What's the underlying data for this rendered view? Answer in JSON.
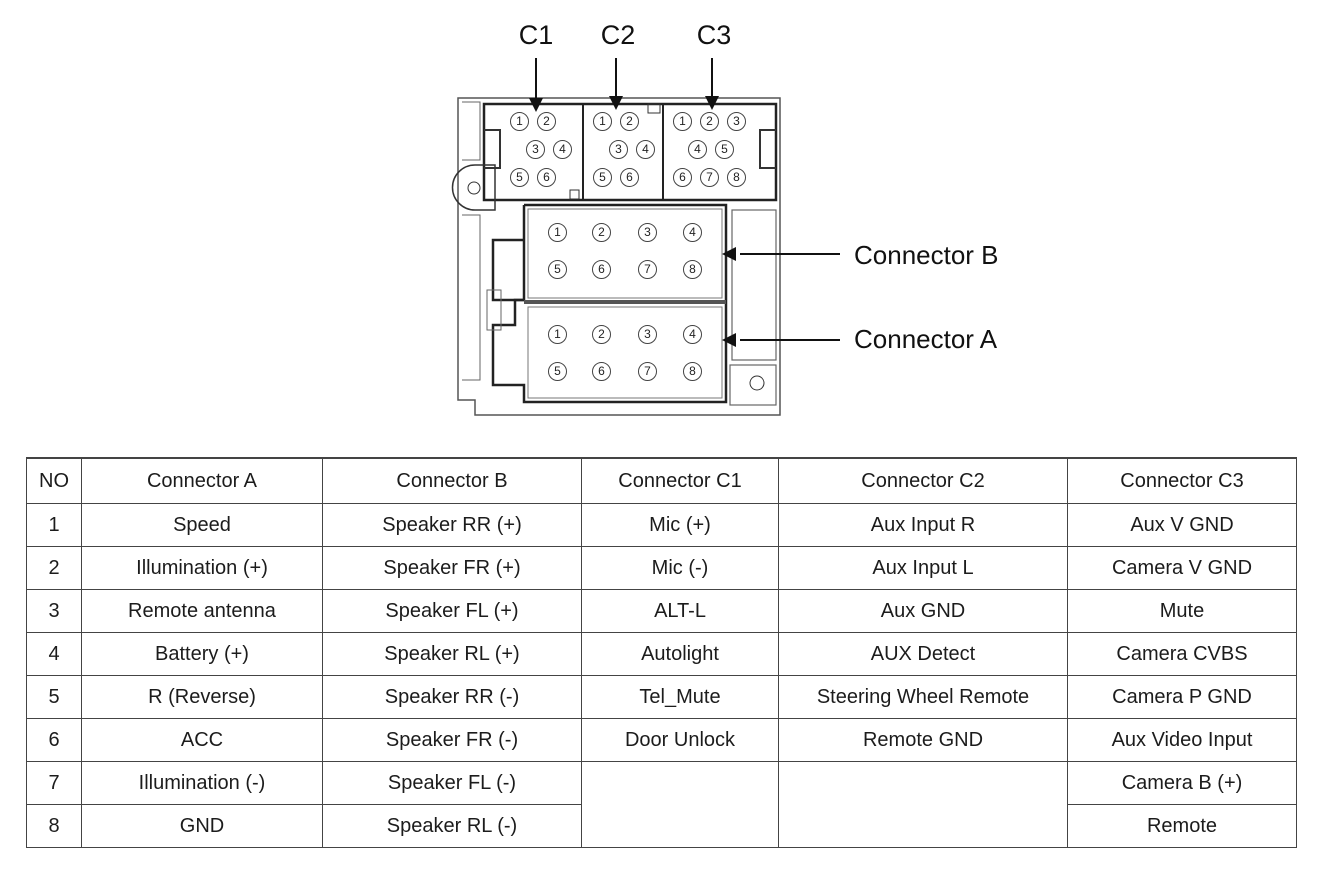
{
  "diagram": {
    "top_labels": [
      "C1",
      "C2",
      "C3"
    ],
    "side_labels": {
      "connector_b": "Connector B",
      "connector_a": "Connector A"
    },
    "pins": {
      "c1": [
        "1",
        "2",
        "3",
        "4",
        "5",
        "6"
      ],
      "c2": [
        "1",
        "2",
        "3",
        "4",
        "5",
        "6"
      ],
      "c3": [
        "1",
        "2",
        "3",
        "4",
        "5",
        "6",
        "7",
        "8"
      ],
      "b": [
        "1",
        "2",
        "3",
        "4",
        "5",
        "6",
        "7",
        "8"
      ],
      "a": [
        "1",
        "2",
        "3",
        "4",
        "5",
        "6",
        "7",
        "8"
      ]
    }
  },
  "table": {
    "headers": [
      "NO",
      "Connector A",
      "Connector B",
      "Connector C1",
      "Connector C2",
      "Connector C3"
    ],
    "rows": [
      {
        "no": "1",
        "a": "Speed",
        "b": "Speaker RR (+)",
        "c1": "Mic (+)",
        "c2": "Aux Input R",
        "c3": "Aux V GND"
      },
      {
        "no": "2",
        "a": "Illumination (+)",
        "b": "Speaker FR (+)",
        "c1": "Mic (-)",
        "c2": "Aux Input L",
        "c3": "Camera V GND"
      },
      {
        "no": "3",
        "a": "Remote antenna",
        "b": "Speaker FL (+)",
        "c1": "ALT-L",
        "c2": "Aux GND",
        "c3": "Mute"
      },
      {
        "no": "4",
        "a": "Battery (+)",
        "b": "Speaker RL (+)",
        "c1": "Autolight",
        "c2": "AUX Detect",
        "c3": "Camera CVBS"
      },
      {
        "no": "5",
        "a": "R (Reverse)",
        "b": "Speaker RR (-)",
        "c1": "Tel_Mute",
        "c2": "Steering Wheel Remote",
        "c3": "Camera P GND"
      },
      {
        "no": "6",
        "a": "ACC",
        "b": "Speaker FR (-)",
        "c1": "Door Unlock",
        "c2": "Remote GND",
        "c3": "Aux Video Input"
      },
      {
        "no": "7",
        "a": "Illumination (-)",
        "b": "Speaker FL (-)",
        "c1": "",
        "c2": "",
        "c3": "Camera B (+)"
      },
      {
        "no": "8",
        "a": "GND",
        "b": "Speaker RL (-)",
        "c1": "",
        "c2": "",
        "c3": "Remote"
      }
    ]
  }
}
